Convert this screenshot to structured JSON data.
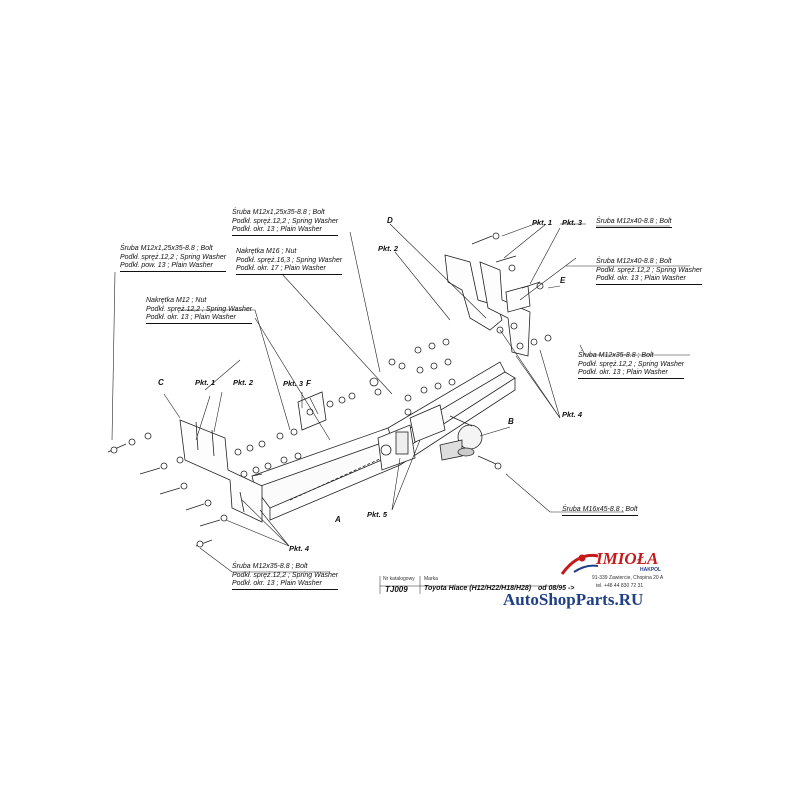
{
  "labels": {
    "top_center": [
      "Śruba M12x1,25x35-8.8 ;  Bolt",
      "Podkł. spręż.12,2 ; Spring Washer",
      "Podkł. okr. 13 ; Plain Washer"
    ],
    "top_right": "Śruba M12x40-8.8 ;  Bolt",
    "left_bolt": [
      "Śruba M12x1,25x35-8.8 ;  Bolt",
      "Podkł. spręż.12,2 ; Spring Washer",
      "Podkł. pow. 13 ; Plain Washer"
    ],
    "nut_m16": [
      "Nakrętka  M16 ; Nut",
      "Podkł. spręż.16,3 ; Spring Washer",
      "Podkł. okr. 17 ; Plain Washer"
    ],
    "nut_m12": [
      "Nakrętka  M12 ; Nut",
      "Podkł. spręż.12,2 ; Spring Washer",
      "Podkł. okr. 13 ; Plain Washer"
    ],
    "right_m12x40": [
      "Śruba M12x40-8.8 ;  Bolt",
      "Podkł. spręż.12,2 ; Spring Washer",
      "Podkł. okr. 13 ; Plain Washer"
    ],
    "right_m12x35": [
      "Śruba M12x35-8.8 ;  Bolt",
      "Podkł. spręż.12,2 ; Spring Washer",
      "Podkł. okr. 13 ; Plain Washer"
    ],
    "ball_bolt": "Śruba M16x45-8.8 ;  Bolt",
    "bottom_bolt": [
      "Śruba M12x35-8.8 ;  Bolt",
      "Podkł. spręż.12,2 ; Spring Washer",
      "Podkł. okr. 13 ; Plain Washer"
    ]
  },
  "points": {
    "pkt1": "Pkt. 1",
    "pkt2": "Pkt. 2",
    "pkt3": "Pkt. 3",
    "pkt4": "Pkt. 4",
    "pkt5": "Pkt. 5"
  },
  "letters": {
    "a": "A",
    "b": "B",
    "c": "C",
    "d": "D",
    "e": "E",
    "f": "F"
  },
  "title_block": {
    "katalog_label": "Nr katalogowy",
    "code": "TJ009",
    "marka_label": "Marka",
    "model": "Toyota Hiace (H12/H22/H18/H28)",
    "year": "od  08/95 ->"
  },
  "brand": {
    "name": "IMIOŁA",
    "sub": "HAKPOL",
    "address1": "91-339 Zawiercie, Chopina 20 A",
    "phone": "tel. +48 44 830 72 31",
    "red": "#c41a1a",
    "blue": "#1f3f86"
  },
  "watermark": "AutoShopParts.RU"
}
